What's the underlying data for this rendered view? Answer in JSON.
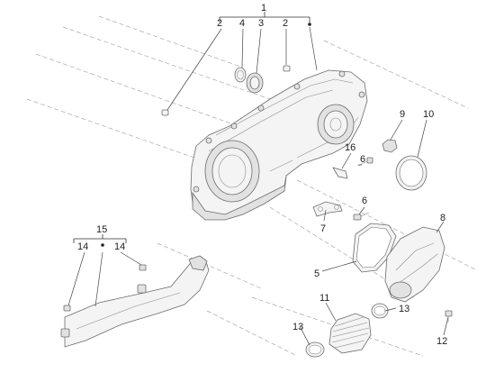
{
  "callouts": {
    "c1": "1",
    "c2a": "2",
    "c2b": "2",
    "c3": "3",
    "c4": "4",
    "c5": "5",
    "c6a": "6",
    "c6b": "6",
    "c7": "7",
    "c8": "8",
    "c9": "9",
    "c10": "10",
    "c11": "11",
    "c12": "12",
    "c13a": "13",
    "c13b": "13",
    "c14a": "14",
    "c14b": "14",
    "c15": "15",
    "c16": "16"
  }
}
